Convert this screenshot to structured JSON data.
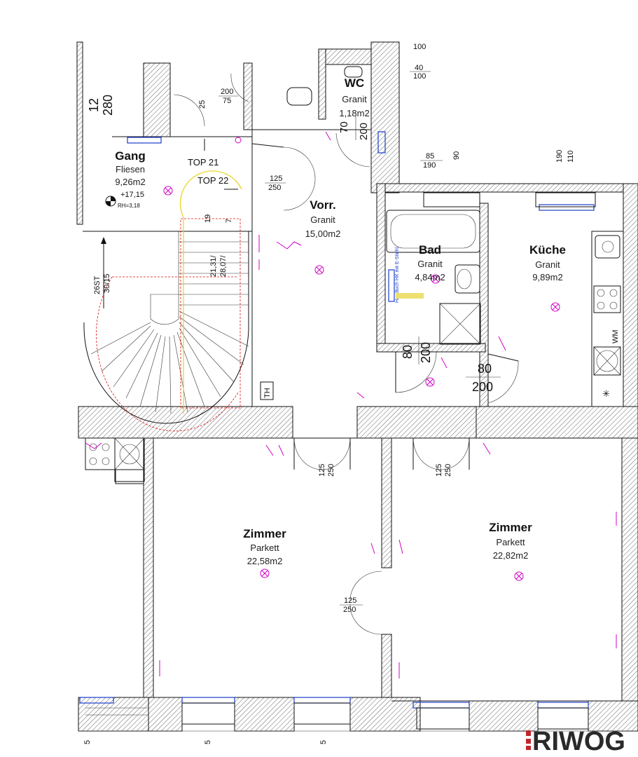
{
  "rooms": {
    "gang": {
      "name": "Gang",
      "material": "Fliesen",
      "area": "9,26m2"
    },
    "wc": {
      "name": "WC",
      "material": "Granit",
      "area": "1,18m2"
    },
    "vorr": {
      "name": "Vorr.",
      "material": "Granit",
      "area": "15,00m2"
    },
    "bad": {
      "name": "Bad",
      "material": "Granit",
      "area": "4,84m2"
    },
    "kueche": {
      "name": "Küche",
      "material": "Granit",
      "area": "9,89m2"
    },
    "zimmer1": {
      "name": "Zimmer",
      "material": "Parkett",
      "area": "22,58m2"
    },
    "zimmer2": {
      "name": "Zimmer",
      "material": "Parkett",
      "area": "22,82m2"
    }
  },
  "labels": {
    "top21": "TOP 21",
    "top22": "TOP 22",
    "height": "+17,15",
    "rh": "RH=3,18",
    "stairs": "26ST",
    "stairs_dim": "30/15",
    "handtuch": "Handtuch HK mit E-Stichl.",
    "wm": "WM",
    "th": "TH"
  },
  "dims": {
    "d100a": "100",
    "d40": "40",
    "d100b": "100",
    "d200_75_top": "200",
    "d200_75_bot": "75",
    "d25": "25",
    "d70": "70",
    "d200wc": "200",
    "d125_250_top": "125",
    "d125_250_bot": "250",
    "d85": "85",
    "d190": "190",
    "d90": "90",
    "d190b": "190",
    "d110": "110",
    "d80bad": "80",
    "d200bad": "200",
    "d80k": "80",
    "d200k": "200",
    "d125_z1_top": "125",
    "d125_z1_bot": "250",
    "d125_z2_top": "125",
    "d125_z2_bot": "250",
    "d125_mid_top": "125",
    "d125_mid_bot": "250",
    "d_st1": "19",
    "d_st2": "7",
    "d_st3": "21,31/",
    "d_st4": "28,07/",
    "d_left1": "280",
    "d_left2": "12",
    "b5a": "5",
    "b5b": "5",
    "b5c": "5"
  },
  "logo": {
    "text": "RIWOG",
    "accent_color": "#c0282d"
  },
  "colors": {
    "electrical": "#d400c8",
    "heating": "#1a3cc8",
    "stairs_red": "#e01010",
    "stairs_yellow": "#e8d21a"
  }
}
